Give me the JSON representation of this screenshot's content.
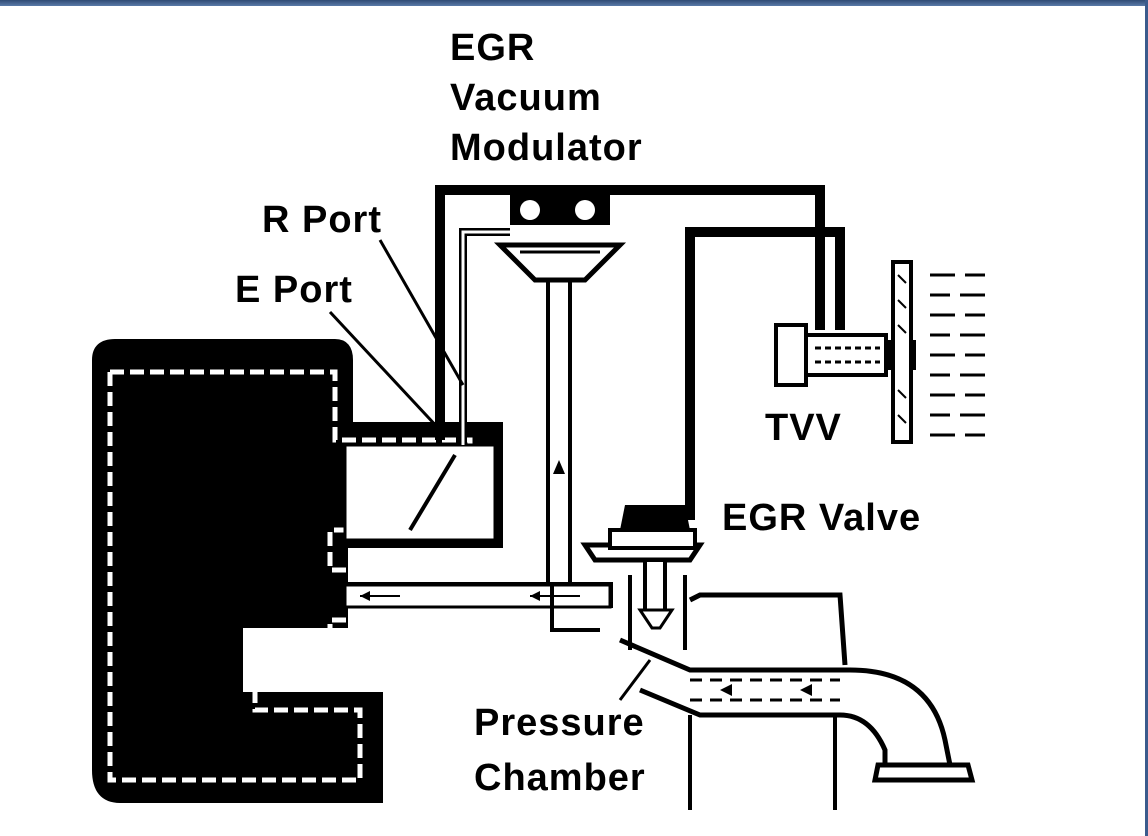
{
  "labels": {
    "modulator_line1": "EGR",
    "modulator_line2": "Vacuum",
    "modulator_line3": "Modulator",
    "r_port": "R Port",
    "e_port": "E Port",
    "tvv": "TVV",
    "egr_valve": "EGR Valve",
    "pressure_line1": "Pressure",
    "pressure_line2": "Chamber"
  },
  "colors": {
    "ink": "#000000",
    "paper": "#ffffff",
    "frame": "#3b5b8c"
  }
}
